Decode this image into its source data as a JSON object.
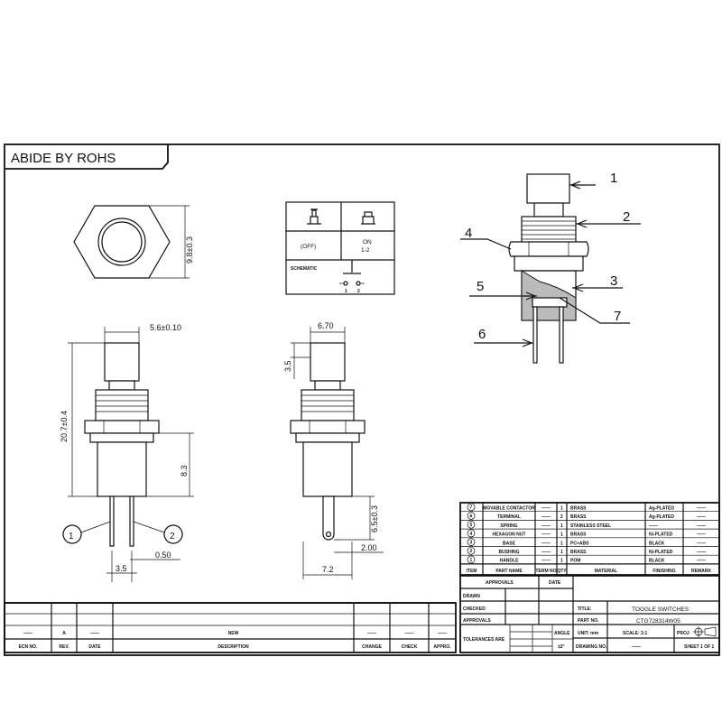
{
  "header": {
    "rohs_label": "ABIDE BY ROHS"
  },
  "top_view": {
    "dim_height": "9.8±0.3"
  },
  "front_view": {
    "dim_width": "5.6±0.10",
    "dim_total_height": "20.7±0.4",
    "dim_body": "8.3",
    "dim_pin_pitch": "3.5",
    "dim_pin_width": "0.50",
    "terminal_labels": [
      "1",
      "2"
    ]
  },
  "side_view": {
    "dim_width": "6.70",
    "dim_cap": "3.5",
    "dim_pin_length": "6.5±0.3",
    "dim_pin_hole": "2.00",
    "dim_total_width": "7.2"
  },
  "schematic": {
    "off_label": "(OFF)",
    "on_label": "ON",
    "on_contacts": "1-2",
    "title": "SCHEMATIC",
    "pin_labels": [
      "1",
      "2"
    ]
  },
  "exploded_view": {
    "callouts": [
      "1",
      "2",
      "3",
      "4",
      "5",
      "6",
      "7"
    ]
  },
  "bom": {
    "headers": [
      "ITEM",
      "PART NAME",
      "TERM NO",
      "QTY",
      "MATERIAL",
      "FINISHING",
      "REMARK"
    ],
    "rows": [
      {
        "item": "7",
        "part": "MOVABLE CONTACTOR",
        "term": "——",
        "qty": "1",
        "material": "BRASS",
        "finishing": "Ag-PLATED",
        "remark": "——"
      },
      {
        "item": "6",
        "part": "TERMINAL",
        "term": "——",
        "qty": "2",
        "material": "BRASS",
        "finishing": "Ag-PLATED",
        "remark": "——"
      },
      {
        "item": "5",
        "part": "SPRING",
        "term": "——",
        "qty": "1",
        "material": "STAINLESS STEEL",
        "finishing": "——",
        "remark": "——"
      },
      {
        "item": "4",
        "part": "HEXAGON NUT",
        "term": "——",
        "qty": "1",
        "material": "BRASS",
        "finishing": "Ni-PLATED",
        "remark": "——"
      },
      {
        "item": "3",
        "part": "BASE",
        "term": "——",
        "qty": "1",
        "material": "PC+ABS",
        "finishing": "BLACK",
        "remark": "——"
      },
      {
        "item": "2",
        "part": "BUSHING",
        "term": "——",
        "qty": "1",
        "material": "BRASS",
        "finishing": "Ni-PLATED",
        "remark": "——"
      },
      {
        "item": "1",
        "part": "HANDLE",
        "term": "——",
        "qty": "1",
        "material": "POM",
        "finishing": "BLACK",
        "remark": "——"
      }
    ]
  },
  "approvals": {
    "title": "APPROVALS",
    "date": "DATE",
    "rows": [
      "DRAWN",
      "CHECKED",
      "APPROVALS"
    ],
    "tolerances": "TOLERANCES ARE",
    "angle": "ANGLE",
    "angle_value": "±2°"
  },
  "title_block": {
    "title_label": "TITLE:",
    "title": "TOGGLE SWITCHES",
    "part_no_label": "PART NO.",
    "part_no": "CTG728314W05",
    "unit": "UNIT: mm",
    "scale": "SCALE: 2:1",
    "proj": "PROJ",
    "drawing_no_label": "DRAWING NO.",
    "drawing_no": "——",
    "sheet": "SHEET 1 OF 1"
  },
  "revision_table": {
    "headers": [
      "ECN NO.",
      "REV.",
      "DATE",
      "DESCRIPTION",
      "CHANGE",
      "CHECK",
      "APPRO."
    ],
    "row": [
      "——",
      "A",
      "——",
      "NEW",
      "——",
      "——",
      "——"
    ]
  }
}
